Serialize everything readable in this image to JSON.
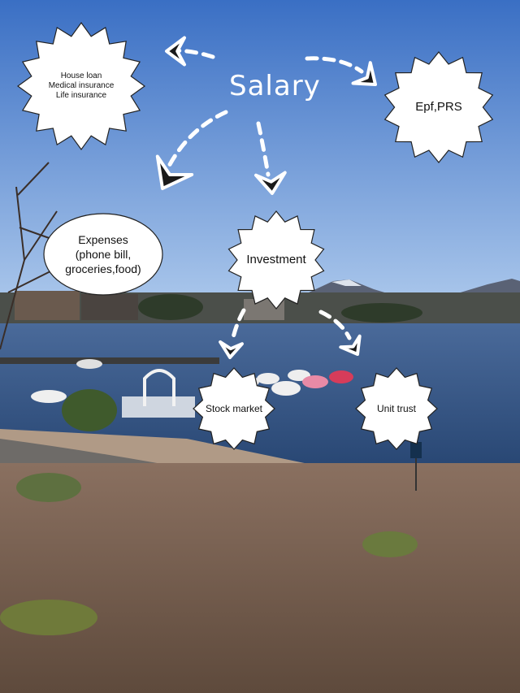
{
  "diagram": {
    "title": "Salary",
    "nodes": [
      {
        "id": "insurance",
        "lines": [
          "House loan",
          "Medical insurance",
          "Life insurance"
        ]
      },
      {
        "id": "epf",
        "lines": [
          "Epf,PRS"
        ]
      },
      {
        "id": "expenses",
        "lines": [
          "Expenses",
          "(phone bill,",
          "groceries,food)"
        ]
      },
      {
        "id": "investment",
        "lines": [
          "Investment"
        ]
      },
      {
        "id": "stock",
        "lines": [
          "Stock market"
        ]
      },
      {
        "id": "unit",
        "lines": [
          "Unit trust"
        ]
      }
    ],
    "edges": [
      {
        "from": "salary",
        "to": "insurance"
      },
      {
        "from": "salary",
        "to": "epf"
      },
      {
        "from": "salary",
        "to": "expenses"
      },
      {
        "from": "salary",
        "to": "investment"
      },
      {
        "from": "investment",
        "to": "stock"
      },
      {
        "from": "investment",
        "to": "unit"
      }
    ]
  },
  "colors": {
    "sky_top": "#3f74c8",
    "sky_bottom": "#a9c8ee",
    "lake": "#2f4f80",
    "bubble_fill": "#ffffff",
    "arrow": "#1a1a1a"
  }
}
